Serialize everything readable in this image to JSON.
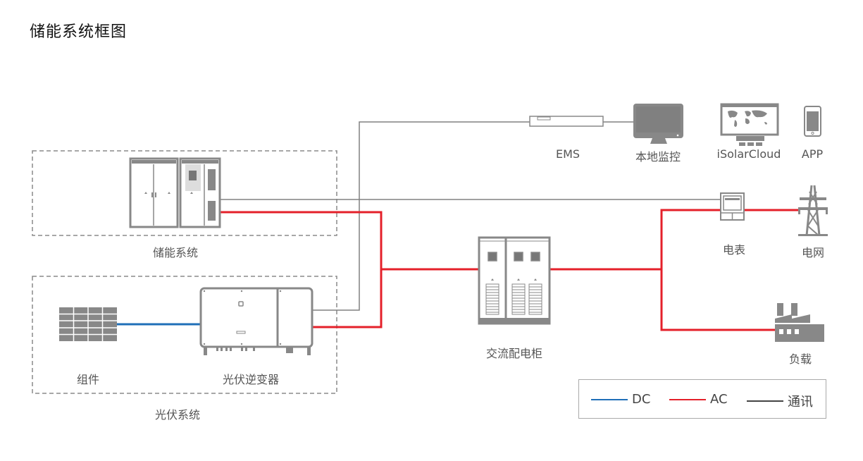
{
  "title": "储能系统框图",
  "colors": {
    "dc": "#1f6fb8",
    "ac": "#e4202a",
    "comm": "#808080",
    "device": "#888888",
    "label": "#555555"
  },
  "groups": {
    "storage_system": "储能系统",
    "pv_system": "光伏系统"
  },
  "devices": {
    "ems": {
      "label": "EMS",
      "icon": "ems-device-icon"
    },
    "local_monitor": {
      "label": "本地监控",
      "icon": "monitor-icon"
    },
    "isolarcloud": {
      "label": "iSolarCloud",
      "icon": "world-map-monitor-icon"
    },
    "app": {
      "label": "APP",
      "icon": "smartphone-icon"
    },
    "meter": {
      "label": "电表",
      "icon": "electric-meter-icon"
    },
    "grid": {
      "label": "电网",
      "icon": "transmission-tower-icon"
    },
    "ac_cabinet": {
      "label": "交流配电柜",
      "icon": "distribution-cabinet-icon"
    },
    "load": {
      "label": "负载",
      "icon": "factory-icon"
    },
    "pv_module": {
      "label": "组件",
      "icon": "solar-panel-icon"
    },
    "pv_inverter": {
      "label": "光伏逆变器",
      "icon": "inverter-icon"
    },
    "storage_cabinet": {
      "icon": "battery-cabinet-icon"
    }
  },
  "legend": [
    {
      "key": "dc",
      "label": "DC"
    },
    {
      "key": "ac",
      "label": "AC"
    },
    {
      "key": "comm",
      "label": "通讯"
    }
  ]
}
